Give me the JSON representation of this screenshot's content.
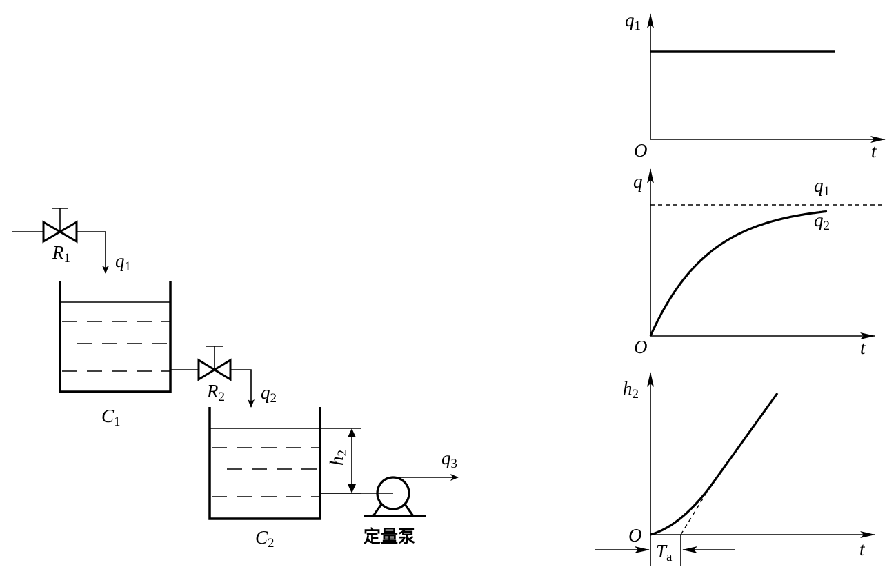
{
  "labels": {
    "valve1": {
      "main": "R",
      "sub": "1"
    },
    "flow1": {
      "main": "q",
      "sub": "1"
    },
    "tank1": {
      "main": "C",
      "sub": "1"
    },
    "valve2": {
      "main": "R",
      "sub": "2"
    },
    "flow2": {
      "main": "q",
      "sub": "2"
    },
    "tank2": {
      "main": "C",
      "sub": "2"
    },
    "level": {
      "main": "h",
      "sub": "2"
    },
    "flow3": {
      "main": "q",
      "sub": "3"
    },
    "pump": "定量泵"
  },
  "charts": {
    "top": {
      "ylabel": {
        "main": "q",
        "sub": "1"
      },
      "origin": "O",
      "xlabel": "t"
    },
    "middle": {
      "ylabel": "q",
      "origin": "O",
      "xlabel": "t",
      "upper_series": {
        "main": "q",
        "sub": "1"
      },
      "lower_series": {
        "main": "q",
        "sub": "2"
      }
    },
    "bottom": {
      "ylabel": {
        "main": "h",
        "sub": "2"
      },
      "origin": "O",
      "xlabel": "t",
      "delay": {
        "main": "T",
        "sub": "a"
      }
    }
  }
}
